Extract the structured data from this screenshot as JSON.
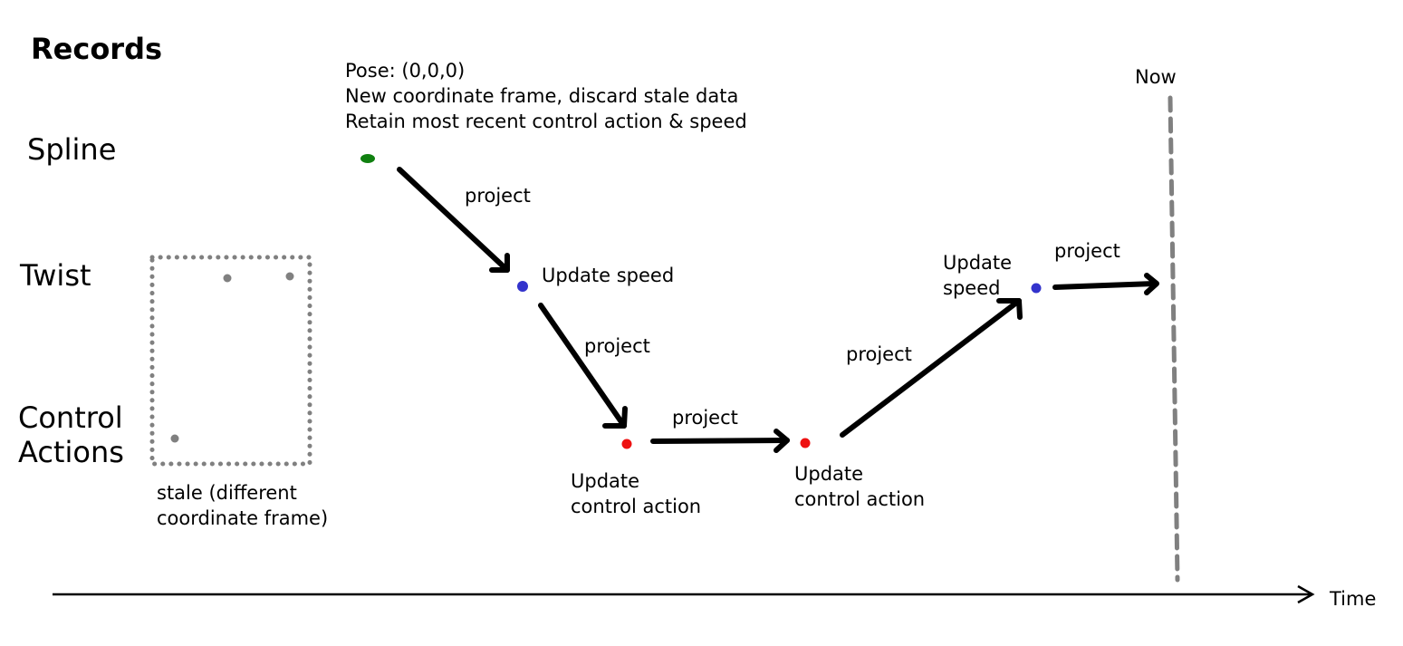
{
  "title": "Records",
  "rows": {
    "spline": "Spline",
    "twist": "Twist",
    "control_actions": "Control\nActions"
  },
  "pose_note": "Pose: (0,0,0)\nNew coordinate frame, discard stale data\nRetain most recent control action & speed",
  "now_label": "Now",
  "time_label": "Time",
  "stale_label": "stale (different\ncoordinate frame)",
  "events": {
    "update_speed_1": "Update speed",
    "update_control_1": "Update\ncontrol action",
    "update_control_2": "Update\ncontrol action",
    "update_speed_2": "Update\nspeed"
  },
  "arrows": {
    "a1": "project",
    "a2": "project",
    "a3": "project",
    "a4": "project",
    "a5": "project"
  },
  "colors": {
    "spline_point": "#108010",
    "twist_point": "#3333cc",
    "control_point": "#ee1111",
    "stale": "#808080",
    "arrow": "#000000"
  }
}
